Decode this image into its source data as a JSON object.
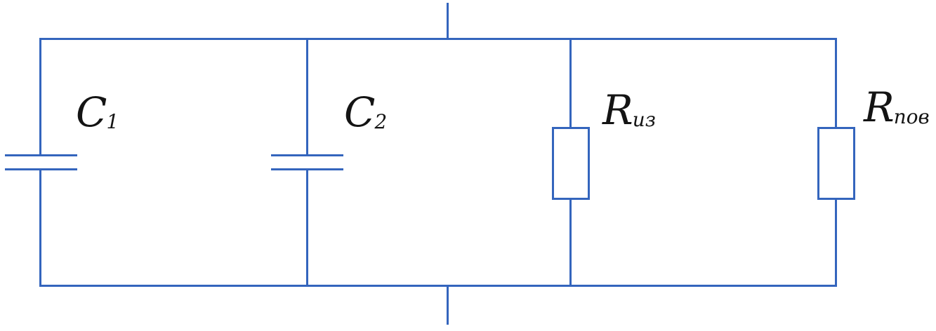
{
  "colors": {
    "wire": "#3465bd",
    "label": "#141414",
    "background": "#ffffff"
  },
  "diagram_type": "parallel RC equivalent circuit",
  "components": {
    "c1": {
      "kind": "capacitor",
      "symbol": "C",
      "subscript": "1"
    },
    "c2": {
      "kind": "capacitor",
      "symbol": "C",
      "subscript": "2"
    },
    "r_iz": {
      "kind": "resistor",
      "symbol": "R",
      "subscript": "из"
    },
    "r_pov": {
      "kind": "resistor",
      "symbol": "R",
      "subscript": "пов"
    }
  }
}
